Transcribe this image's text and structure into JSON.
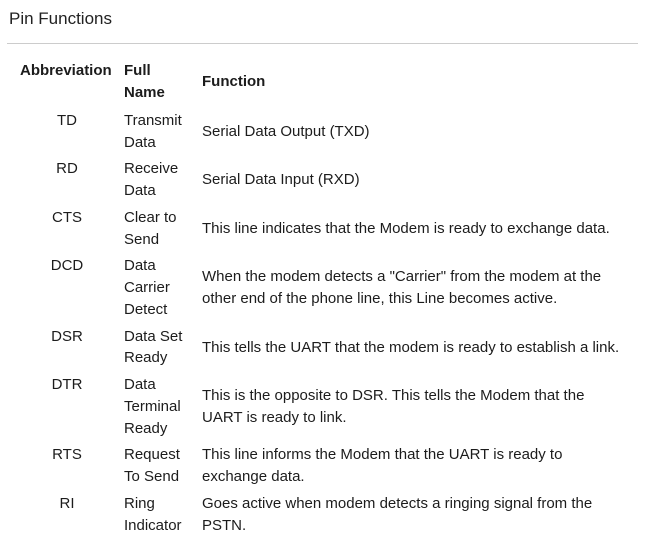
{
  "page": {
    "title": "Pin Functions"
  },
  "table": {
    "headers": {
      "abbreviation": "Abbreviation",
      "full_name": "Full Name",
      "function": "Function"
    },
    "rows": [
      {
        "abbr": "TD",
        "full_name": "Transmit Data",
        "function": "Serial Data Output (TXD)"
      },
      {
        "abbr": "RD",
        "full_name": "Receive Data",
        "function": "Serial Data Input (RXD)"
      },
      {
        "abbr": "CTS",
        "full_name": "Clear to Send",
        "function": "This line indicates that the Modem is ready to exchange data."
      },
      {
        "abbr": "DCD",
        "full_name": "Data Carrier Detect",
        "function": "When the modem detects a \"Carrier\" from the modem at the other end of the phone line, this Line becomes active."
      },
      {
        "abbr": "DSR",
        "full_name": "Data Set Ready",
        "function": "This tells the UART that the modem is ready to establish a link."
      },
      {
        "abbr": "DTR",
        "full_name": "Data Terminal Ready",
        "function": "This is the opposite to DSR. This tells the Modem that the UART is ready to link."
      },
      {
        "abbr": "RTS",
        "full_name": "Request To Send",
        "function": "This line informs the Modem that the UART is ready to exchange data."
      },
      {
        "abbr": "RI",
        "full_name": "Ring Indicator",
        "function": "Goes active when modem detects a ringing signal from the PSTN."
      }
    ]
  }
}
